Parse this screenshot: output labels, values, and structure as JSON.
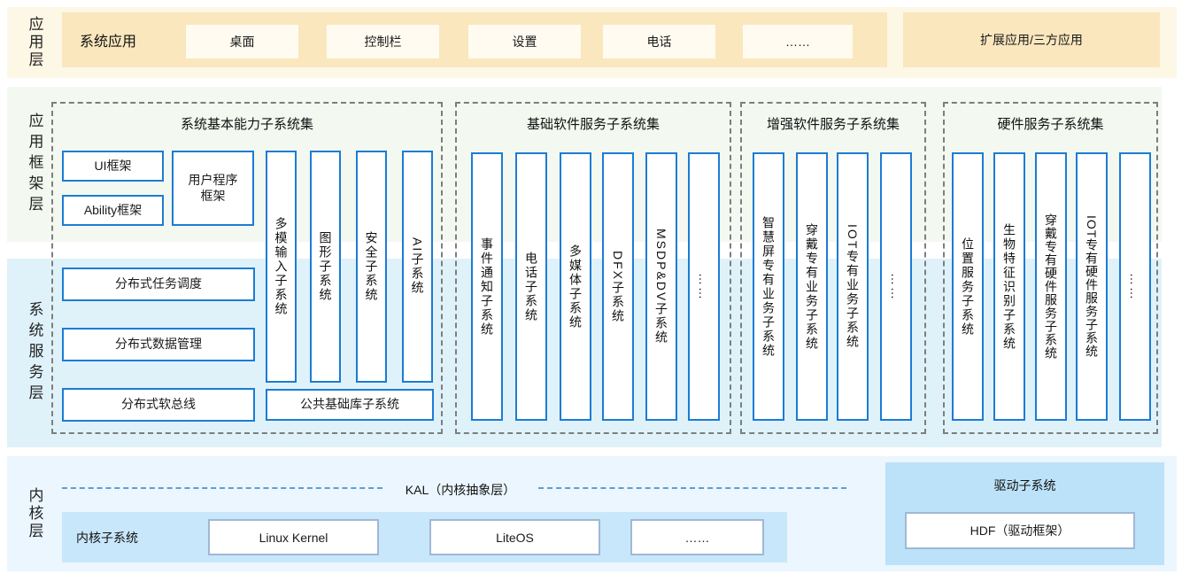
{
  "app_layer": {
    "label": "应用层",
    "system_apps_label": "系统应用",
    "apps": [
      "桌面",
      "控制栏",
      "设置",
      "电话",
      "……"
    ],
    "extended_apps": "扩展应用/三方应用"
  },
  "framework_layer_label": "应用框架层",
  "service_layer_label": "系统服务层",
  "sets": [
    {
      "title": "系统基本能力子系统集",
      "boxes": {
        "ui": "UI框架",
        "ability": "Ability框架",
        "user_program": "用户程序框架",
        "dist_task": "分布式任务调度",
        "dist_data": "分布式数据管理",
        "dist_bus": "分布式软总线",
        "common_lib": "公共基础库子系统"
      },
      "bars": [
        "多模输入子系统",
        "图形子系统",
        "安全子系统",
        "AI子系统"
      ]
    },
    {
      "title": "基础软件服务子系统集",
      "bars": [
        "事件通知子系统",
        "电话子系统",
        "多媒体子系统",
        "DFX子系统",
        "MSDP&DV子系统",
        "……"
      ]
    },
    {
      "title": "增强软件服务子系统集",
      "bars": [
        "智慧屏专有业务子系统",
        "穿戴专有业务子系统",
        "IOT专有业务子系统",
        "……"
      ]
    },
    {
      "title": "硬件服务子系统集",
      "bars": [
        "位置服务子系统",
        "生物特征识别子系统",
        "穿戴专有硬件服务子系统",
        "IOT专有硬件服务子系统",
        "……"
      ]
    }
  ],
  "kernel_layer": {
    "label": "内核层",
    "kal_label": "KAL（内核抽象层）",
    "kernel_subsystem_label": "内核子系统",
    "kernels": [
      "Linux Kernel",
      "LiteOS",
      "……"
    ],
    "driver_subsystem_label": "驱动子系统",
    "driver_framework": "HDF（驱动框架）"
  },
  "colors": {
    "app_band_bg": "#FDF7E5",
    "app_strip_bg": "#FAE7BE",
    "app_box_bg": "#FFFBF0",
    "framework_band_bg": "#F3F8F0",
    "service_band_bg": "#DFF2FA",
    "kernel_band_bg": "#EBF6FE",
    "kernel_strip_bg": "#C9E7FB",
    "driver_block_bg": "#BCE2F9",
    "subsystem_border": "#1B7CD5",
    "kernel_box_border": "#9FB8D4",
    "set_dashed_border": "#7E7E7E",
    "kal_dash": "#58A0DC"
  }
}
